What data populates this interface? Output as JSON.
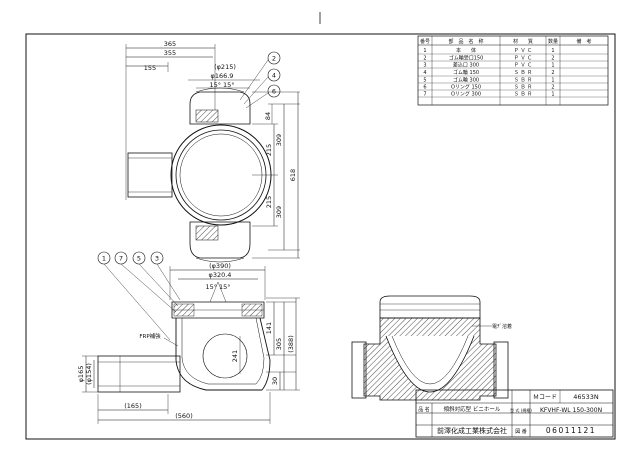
{
  "parts_table": {
    "headers": [
      "番号",
      "部　品　名　称",
      "材　　質",
      "数量",
      "備　考"
    ],
    "rows": [
      [
        "1",
        "本　　体",
        "Ｐ Ｖ Ｃ",
        "1",
        ""
      ],
      [
        "2",
        "ゴム輪受口150",
        "Ｐ Ｖ Ｃ",
        "2",
        ""
      ],
      [
        "3",
        "差込口 300",
        "Ｐ Ｖ Ｃ",
        "1",
        ""
      ],
      [
        "4",
        "ゴム輪 150",
        "Ｓ Ｂ Ｒ",
        "2",
        ""
      ],
      [
        "5",
        "ゴム輪 300",
        "Ｓ Ｂ Ｒ",
        "1",
        ""
      ],
      [
        "6",
        "Oリング 150",
        "Ｓ Ｂ Ｒ",
        "2",
        ""
      ],
      [
        "7",
        "Oリング 300",
        "Ｓ Ｂ Ｒ",
        "1",
        ""
      ]
    ]
  },
  "top_view": {
    "dims": {
      "d365": "365",
      "d355": "355",
      "d155": "155",
      "dphi215": "(φ215)",
      "dphi166": "φ166.9",
      "angle": "15° 15°",
      "d84": "84",
      "d215a": "215",
      "d215b": "215",
      "d309a": "309",
      "d309b": "309",
      "d618": "618"
    },
    "balloons": [
      "2",
      "4",
      "6"
    ]
  },
  "side_view": {
    "dims": {
      "dphi390": "(φ390)",
      "dphi320": "φ320.4",
      "angle": "15° 15°",
      "d141": "141",
      "d305": "305",
      "d388": "(388)",
      "d241": "241",
      "d30": "30",
      "dphi165": "φ165",
      "dphi154": "(φ154)",
      "d165": "(165)",
      "d560": "(560)"
    },
    "balloons": [
      "1",
      "7",
      "5",
      "3"
    ],
    "frp_label": "FRP補強"
  },
  "right_view": {
    "label": "電ﾁﾞ溶着"
  },
  "title_block": {
    "code_label": "Ｍコード",
    "code_value": "46533N",
    "name_label": "品 名",
    "name_value": "傾斜対応型 ビニホール",
    "model_label": "型 式\n(規格)",
    "model_value": "KFVHF-WL 150-300N",
    "company": "前澤化成工業株式会社",
    "drawing_label": "図 番",
    "drawing_value": "06011121"
  }
}
